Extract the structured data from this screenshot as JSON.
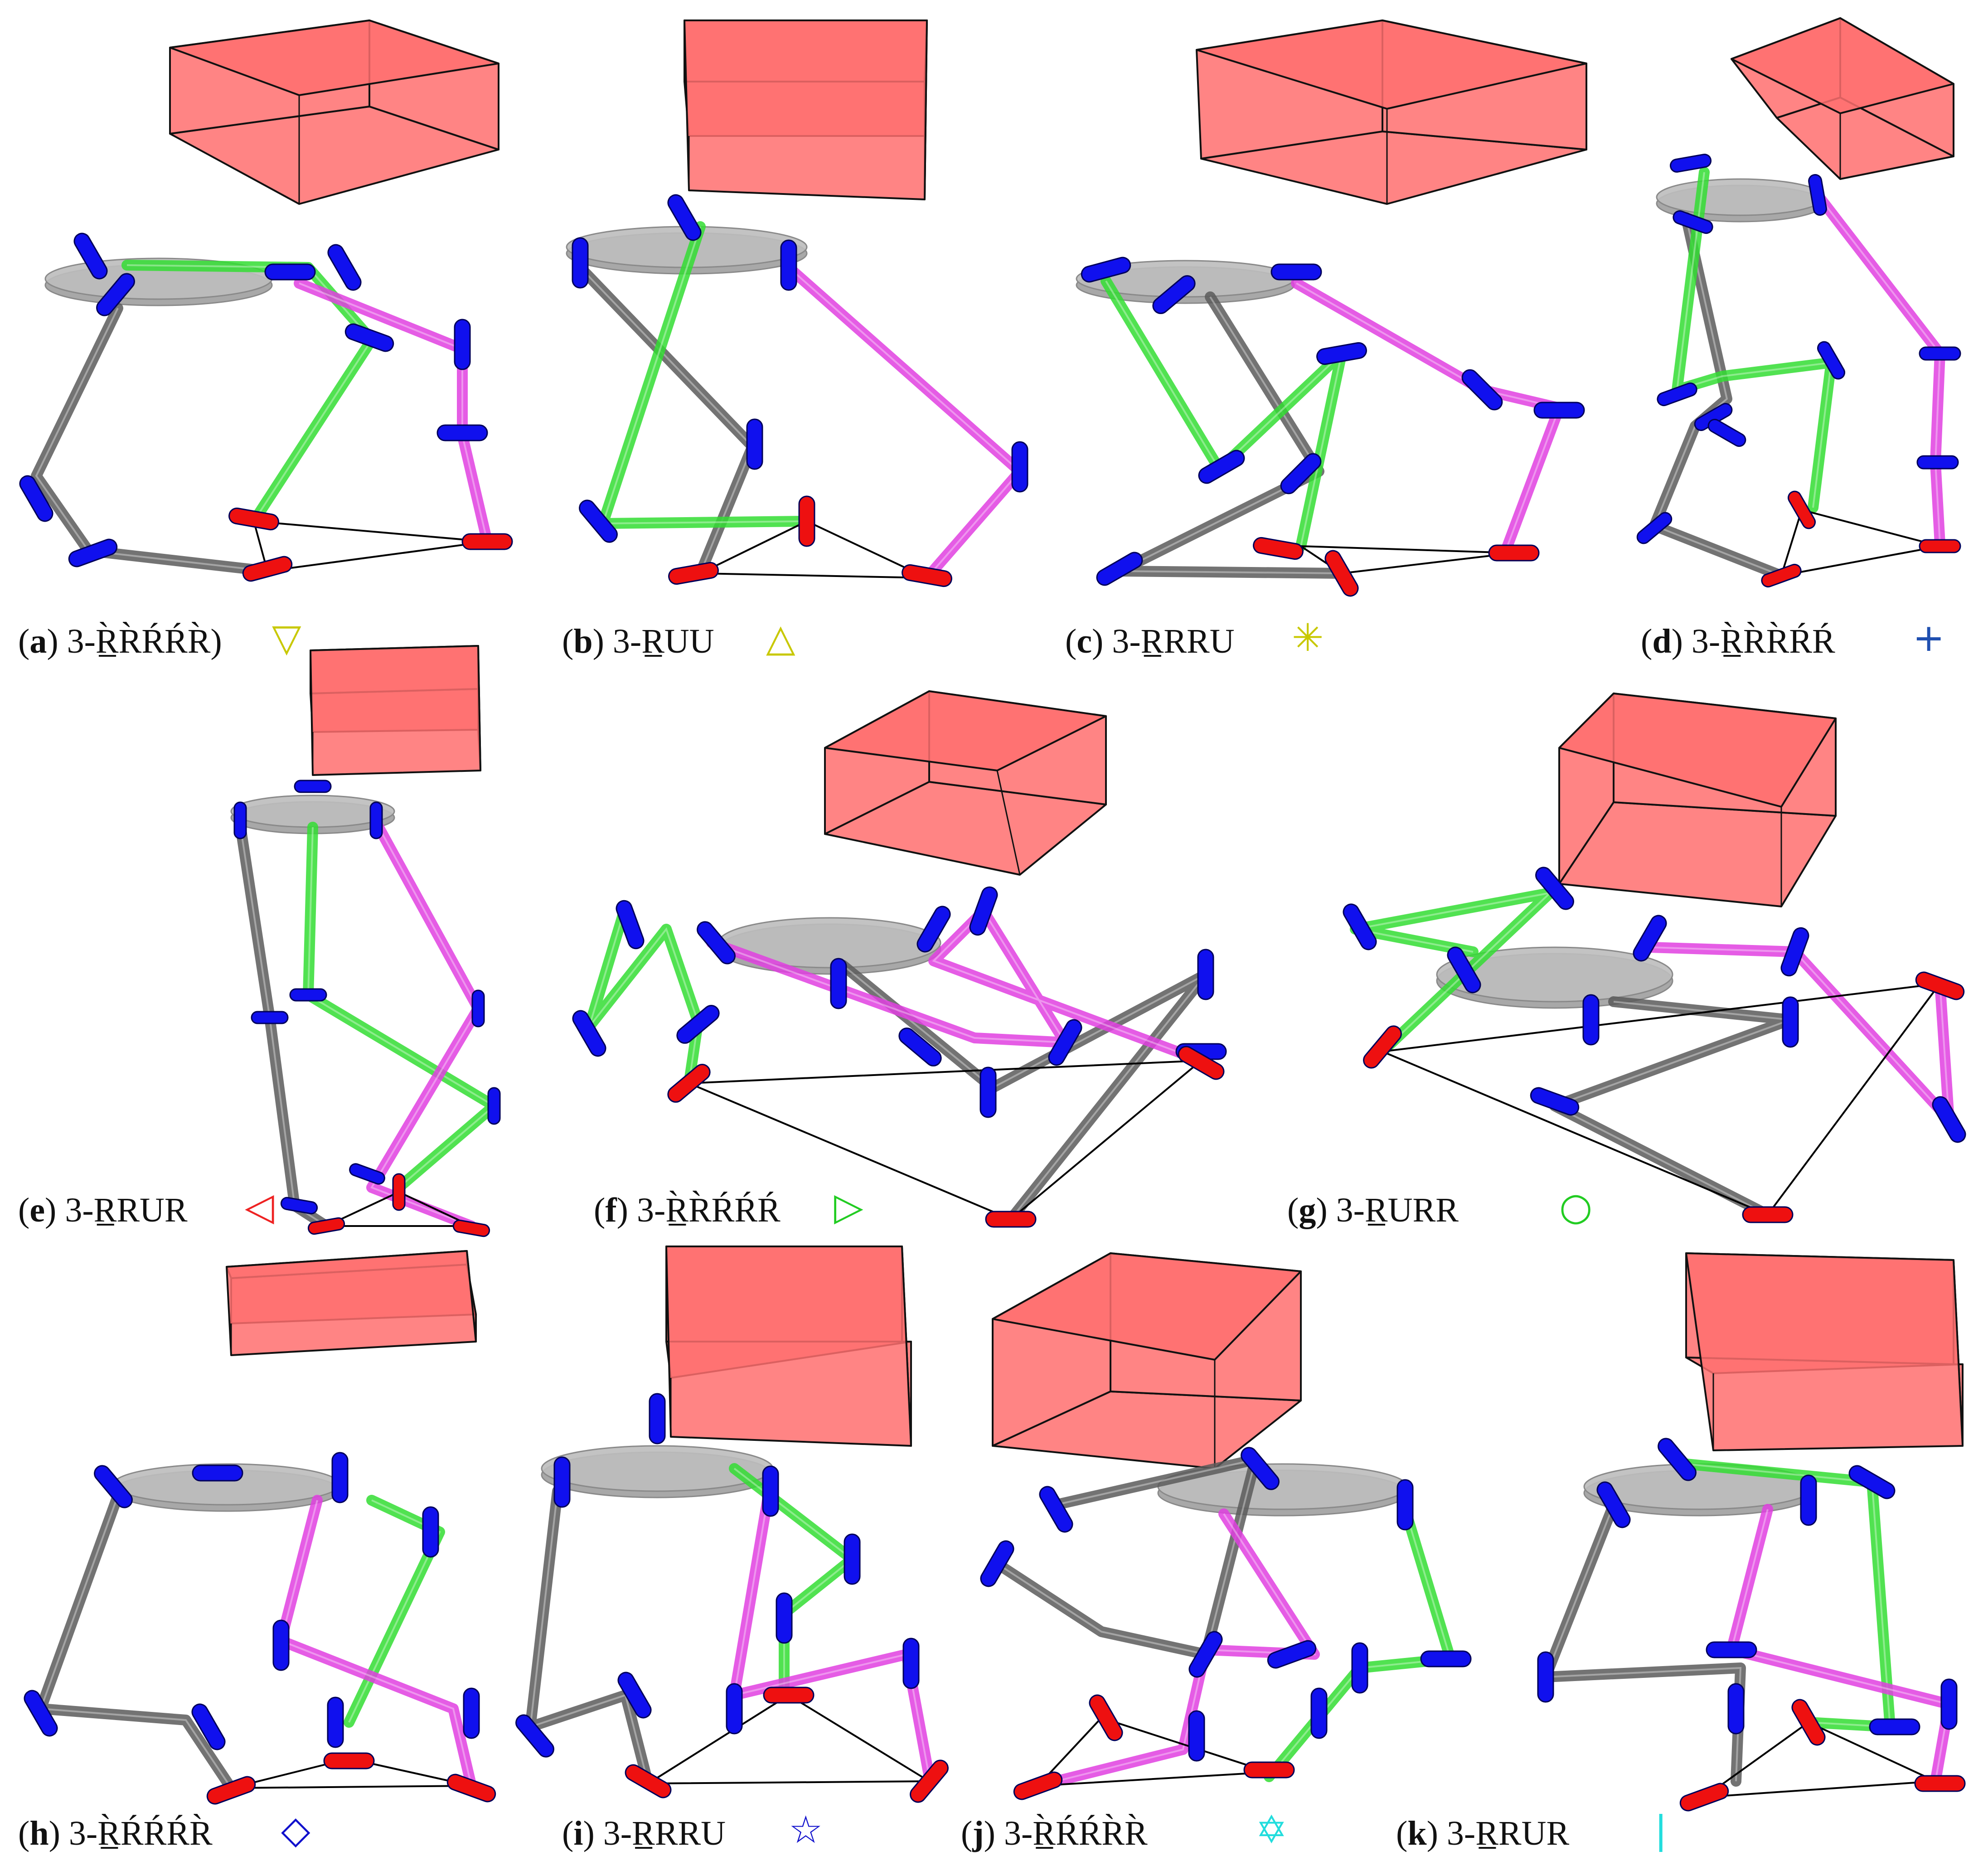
{
  "figure": {
    "colors": {
      "box_fill": "#ff6e6e",
      "box_edge": "#111111",
      "platform": "#bdbdbd",
      "chain_gray": "#5a5a5a",
      "chain_green": "#33dd33",
      "chain_magenta": "#e040e0",
      "joint_blue": "#1010ee",
      "joint_red": "#ee1010",
      "triangle": "#000000"
    },
    "panels": [
      {
        "id": "a",
        "label": "a",
        "name": "3-R̲̀R̀ŔŔR̀)",
        "marker_color": "#c8c800",
        "marker_icon": "triangle-down-icon",
        "marker_glyph": "▽"
      },
      {
        "id": "b",
        "label": "b",
        "name": "3-R̲UU",
        "marker_color": "#c8c800",
        "marker_icon": "triangle-up-icon",
        "marker_glyph": "△"
      },
      {
        "id": "c",
        "label": "c",
        "name": "3-R̲RRU",
        "marker_color": "#c8c800",
        "marker_icon": "asterisk-icon",
        "marker_glyph": "✳"
      },
      {
        "id": "d",
        "label": "d",
        "name": "3-R̲̀R̀R̀ŔŔ",
        "marker_color": "#1f4fb0",
        "marker_icon": "plus-icon",
        "marker_glyph": "+"
      },
      {
        "id": "e",
        "label": "e",
        "name": "3-R̲RUR",
        "marker_color": "#ee2222",
        "marker_icon": "triangle-left-icon",
        "marker_glyph": "◁"
      },
      {
        "id": "f",
        "label": "f",
        "name": "3-R̲̀R̀ŔŔŔ",
        "marker_color": "#22cc22",
        "marker_icon": "triangle-right-icon",
        "marker_glyph": "▷"
      },
      {
        "id": "g",
        "label": "g",
        "name": "3-R̲URR",
        "marker_color": "#22cc22",
        "marker_icon": "circle-icon",
        "marker_glyph": "○"
      },
      {
        "id": "h",
        "label": "h",
        "name": "3-R̲̀ŔŔŔR̀",
        "marker_color": "#1010cc",
        "marker_icon": "diamond-icon",
        "marker_glyph": "◇"
      },
      {
        "id": "i",
        "label": "i",
        "name": "3-R̲RRU",
        "marker_color": "#1010cc",
        "marker_icon": "star-icon",
        "marker_glyph": "☆"
      },
      {
        "id": "j",
        "label": "j",
        "name": "3-R̲̀ŔŔR̀R̀",
        "marker_color": "#22dddd",
        "marker_icon": "hexagram-icon",
        "marker_glyph": "✡"
      },
      {
        "id": "k",
        "label": "k",
        "name": "3-R̲RUR",
        "marker_color": "#22dddd",
        "marker_icon": "vertical-bar-icon",
        "marker_glyph": "|"
      }
    ]
  }
}
